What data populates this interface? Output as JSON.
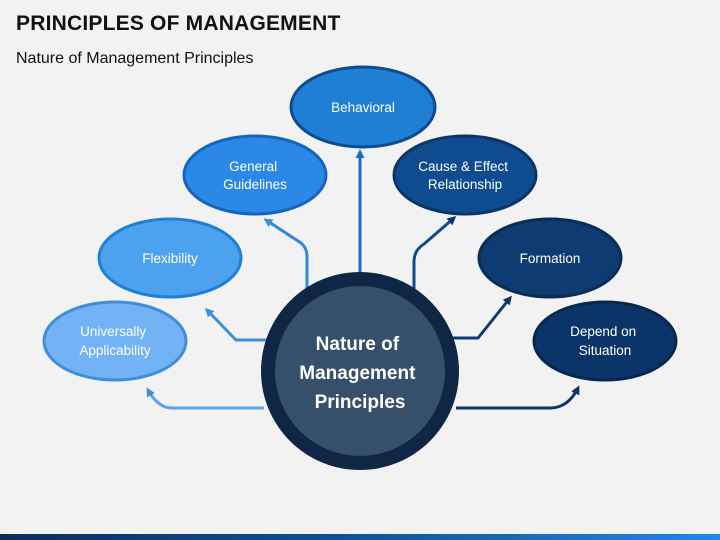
{
  "header": {
    "title": "PRINCIPLES OF MANAGEMENT",
    "subtitle": "Nature of Management Principles"
  },
  "diagram": {
    "center": {
      "lines": [
        "Nature of",
        "Management",
        "Principles"
      ]
    },
    "nodes": {
      "behavioral": {
        "lines": [
          "Behavioral"
        ]
      },
      "general_guidelines": {
        "lines": [
          "General",
          "Guidelines"
        ]
      },
      "flexibility": {
        "lines": [
          "Flexibility"
        ]
      },
      "universally_applicability": {
        "lines": [
          "Universally",
          "Applicability"
        ]
      },
      "cause_effect": {
        "lines": [
          "Cause & Effect",
          "Relationship"
        ]
      },
      "formation": {
        "lines": [
          "Formation"
        ]
      },
      "depend_on_situation": {
        "lines": [
          "Depend on",
          "Situation"
        ]
      }
    }
  },
  "colors": {
    "background": "#f2f2f2",
    "center_ring": "#0f2647",
    "center_fill": "#364f6b",
    "light_blue": "#72b2f5",
    "mid_blue": "#3d9ae8",
    "bright_blue": "#2b88e6",
    "deep_blue": "#0e4b8f",
    "dark_navy": "#0d3b72",
    "darkest_navy": "#0b3568",
    "arrow_light": "#3d8fd8",
    "arrow_dark": "#0b3568"
  }
}
